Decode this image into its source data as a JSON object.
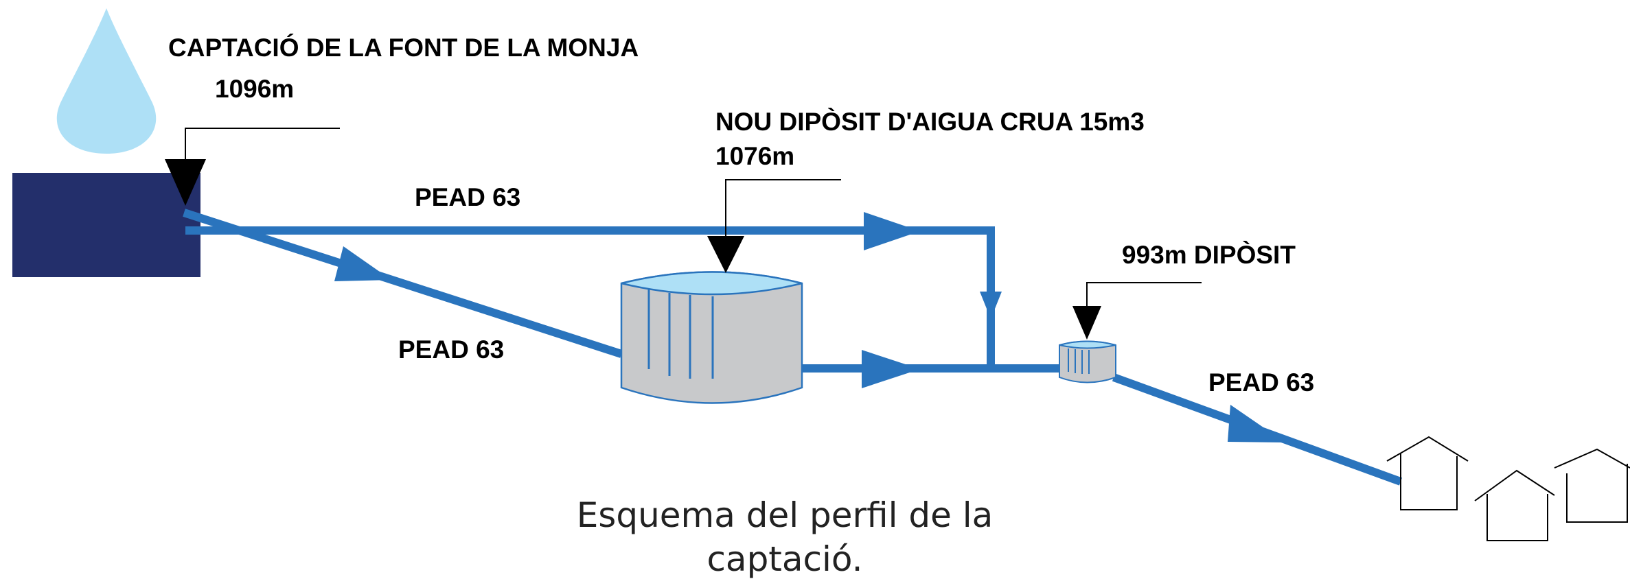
{
  "labels": {
    "source_name": "CAPTACIÓ DE LA FONT DE LA MONJA",
    "source_altitude": "1096m",
    "new_tank_name": "NOU DIPÒSIT D'AIGUA CRUA 15m3",
    "new_tank_altitude": "1076m",
    "small_tank": "993m DIPÒSIT",
    "pipe_top": "PEAD 63",
    "pipe_left": "PEAD 63",
    "pipe_right": "PEAD 63"
  },
  "caption": {
    "line1": "Esquema del perfil de la",
    "line2": "captació."
  },
  "colors": {
    "pipe": "#2a74bd",
    "source_block": "#232f6b",
    "water_drop": "#aee0f6",
    "tank_body": "#c8c9cb",
    "tank_top": "#aee0f6",
    "tank_outline": "#2a74bd",
    "marker": "#000000",
    "house": "#000000"
  },
  "icons": {
    "drop": "water-drop-icon",
    "house": "house-icon"
  }
}
